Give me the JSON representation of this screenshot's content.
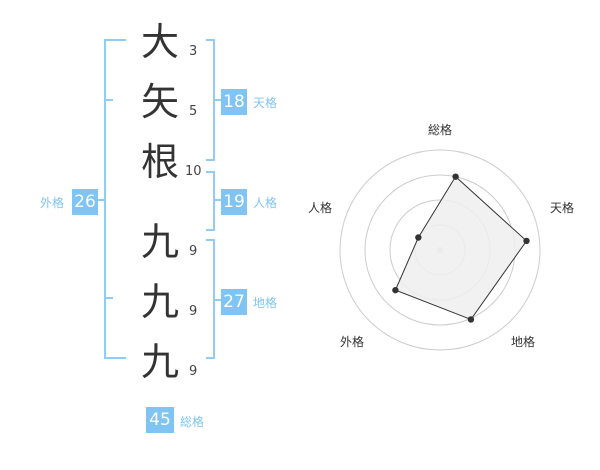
{
  "colors": {
    "bracket": "#8fcdf4",
    "badge": "#7fc4f2",
    "label": "#7fc4f2",
    "text": "#333333",
    "ring": "#cccccc",
    "polygon_fill": "#eeeeee",
    "polygon_stroke": "#333333"
  },
  "name": {
    "characters": [
      {
        "char": "大",
        "strokes": "3"
      },
      {
        "char": "矢",
        "strokes": "5"
      },
      {
        "char": "根",
        "strokes": "10"
      },
      {
        "char": "九",
        "strokes": "9"
      },
      {
        "char": "九",
        "strokes": "9"
      },
      {
        "char": "九",
        "strokes": "9"
      }
    ]
  },
  "fortunes": {
    "tenkaku": {
      "value": "18",
      "label": "天格"
    },
    "jinkaku": {
      "value": "19",
      "label": "人格"
    },
    "chikaku": {
      "value": "27",
      "label": "地格"
    },
    "gaikaku": {
      "value": "26",
      "label": "外格"
    },
    "soukaku": {
      "value": "45",
      "label": "総格"
    }
  },
  "chart_data": {
    "type": "radar",
    "categories": [
      "総格",
      "天格",
      "地格",
      "外格",
      "人格"
    ],
    "values": [
      0.75,
      0.87,
      0.76,
      0.6,
      0.25
    ],
    "range": [
      0,
      1
    ],
    "rings": 4,
    "grid": true
  }
}
